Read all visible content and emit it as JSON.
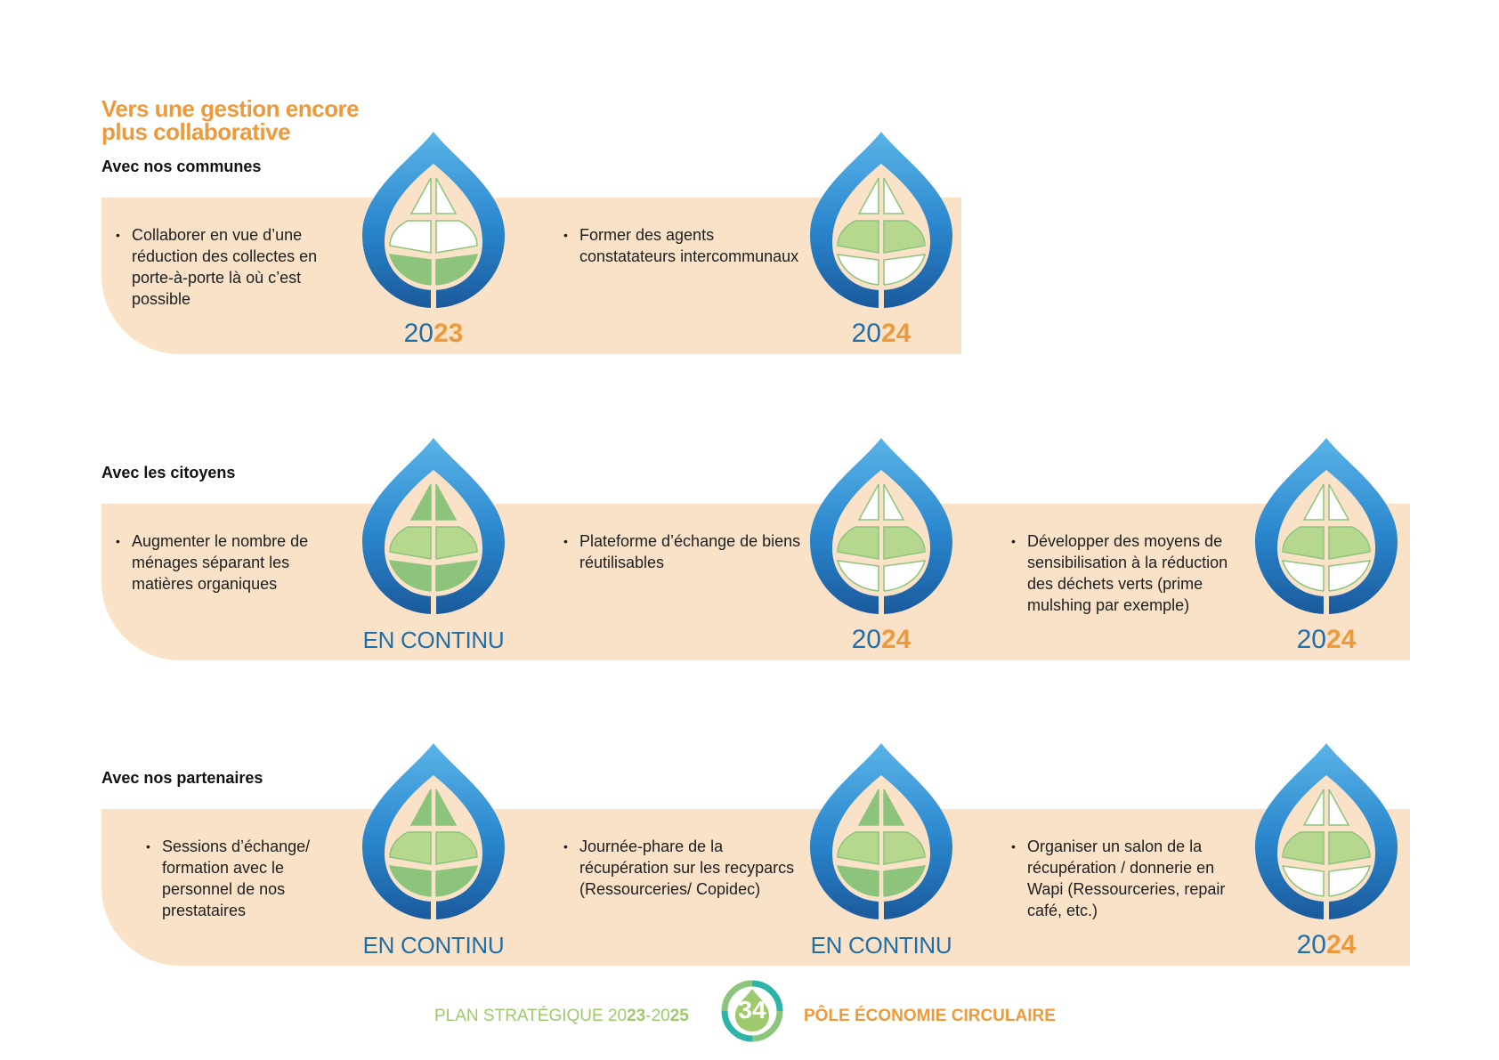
{
  "title": {
    "line1": "Vers une gestion encore",
    "line2": "plus collaborative"
  },
  "sections": [
    {
      "heading": "Avec nos communes",
      "items": [
        {
          "text": "Collaborer en vue d’une réduction des collectes en porte-à-porte là où c’est possible",
          "label_a": "20",
          "label_b": "23",
          "leaf_fill": [
            0,
            0,
            1,
            1
          ]
        },
        {
          "text": "Former des agents constatateurs intercommunaux",
          "label_a": "20",
          "label_b": "24",
          "leaf_fill": [
            0,
            0,
            1,
            1
          ]
        }
      ]
    },
    {
      "heading": "Avec les citoyens",
      "items": [
        {
          "text": "Augmenter le nombre de ménages séparant les matières organiques",
          "label_a": "EN CONTINU",
          "label_b": ""
        },
        {
          "text": "Plateforme d’échange de biens réutilisables",
          "label_a": "20",
          "label_b": "24"
        },
        {
          "text": "Développer des moyens de sensibilisation à la réduction des déchets verts (prime mulshing par exemple)",
          "label_a": "20",
          "label_b": "24"
        }
      ]
    },
    {
      "heading": "Avec nos partenaires",
      "items": [
        {
          "text": "Sessions d’échange/ formation avec le personnel de nos prestataires",
          "label_a": "EN CONTINU",
          "label_b": ""
        },
        {
          "text": "Journée-phare de la récupération sur les recyparcs (Ressourceries/ Copidec)",
          "label_a": "EN CONTINU",
          "label_b": ""
        },
        {
          "text": "Organiser un salon de la récupération / donnerie en Wapi (Ressourceries, repair café, etc.)",
          "label_a": "20",
          "label_b": "24"
        }
      ]
    }
  ],
  "footer": {
    "left_a": "PLAN STRATÉGIQUE 20",
    "left_b": "23",
    "left_c": "-20",
    "left_d": "25",
    "page_number": "34",
    "right": "PÔLE ÉCONOMIE CIRCULAIRE"
  },
  "colors": {
    "orange": "#ec9a3c",
    "band": "#fae2c9",
    "blue_dark": "#1a5a9c",
    "blue_light": "#5ab4e8",
    "green": "#8cc47c",
    "green_light": "#b6d88e",
    "footer_green": "#9fc96d"
  },
  "icons": {
    "badge": "leaf-drop-icon",
    "footer": "recycle-drop-icon"
  }
}
